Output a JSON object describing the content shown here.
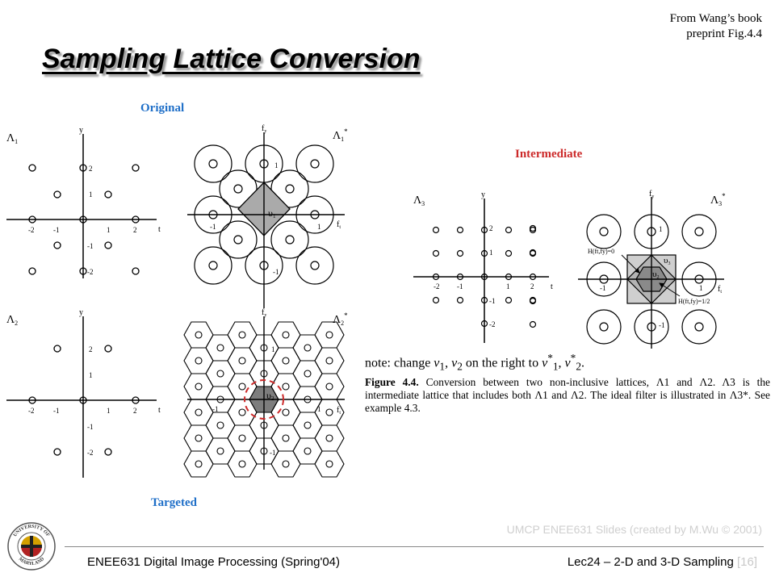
{
  "slide": {
    "title": "Sampling Lattice Conversion",
    "source_line1": "From Wang’s book",
    "source_line2": "preprint Fig.4.4",
    "label_original": "Original",
    "label_intermediate": "Intermediate",
    "label_targeted": "Targeted"
  },
  "figure": {
    "lambda1": "Λ",
    "lambda1_sub": "1",
    "lambda1_star": "Λ",
    "lambda1_star_sub": "1",
    "lambda1_star_sup": "*",
    "lambda2": "Λ",
    "lambda2_sub": "2",
    "lambda2_star": "Λ",
    "lambda2_star_sub": "2",
    "lambda2_star_sup": "*",
    "lambda3": "Λ",
    "lambda3_sub": "3",
    "lambda3_star": "Λ",
    "lambda3_star_sub": "3",
    "lambda3_star_sup": "*",
    "axis_y": "y",
    "axis_t": "t",
    "axis_fy": "f",
    "axis_fy_sub": "y",
    "axis_ft": "f",
    "axis_ft_sub": "t",
    "upsilon1": "υ",
    "upsilon1_sub": "1",
    "upsilon2": "υ",
    "upsilon2_sub": "2",
    "upsilon3": "υ",
    "upsilon3_sub": "3",
    "tick_m2": "-2",
    "tick_m1": "-1",
    "tick_1": "1",
    "tick_2": "2",
    "filter_h0": "H(f",
    "filter_h0_full": "H(f",
    "filter_zero": "H(ft,fy)=0",
    "filter_half": "H(ft,fy)=1/2"
  },
  "note": {
    "prefix": "note: change",
    "middle": "on the right to",
    "sym_v1": "ν",
    "sym_v1_sub": "1",
    "sym_v2": "ν",
    "sym_v2_sub": "2",
    "sym_v1s": "ν",
    "sym_v1s_sub": "1",
    "sym_v1s_sup": "*",
    "sym_v2s": "ν",
    "sym_v2s_sub": "2",
    "sym_v2s_sup": "*",
    "comma": ",",
    "period": "."
  },
  "caption": {
    "fig_label": "Figure 4.4.",
    "text": "Conversion between two non-inclusive lattices, Λ1 and Λ2. Λ3 is the intermediate lattice that includes both Λ1 and Λ2. The ideal filter is illustrated in Λ3*. See example 4.3."
  },
  "footer": {
    "credit": "UMCP ENEE631 Slides (created by M.Wu © 2001)",
    "course": "ENEE631 Digital Image Processing (Spring'04)",
    "lecture": "Lec24 – 2-D and 3-D Sampling",
    "page": "[16]",
    "logo_top": "UNIVERSITY OF",
    "logo_bottom": "MARYLAND"
  },
  "colors": {
    "original_label": "#1f6fc8",
    "targeted_label": "#1f6fc8",
    "intermediate_label": "#cc2a2a",
    "dashed_circle": "#cc2a2a",
    "footer_credit": "#cfcfcf"
  }
}
